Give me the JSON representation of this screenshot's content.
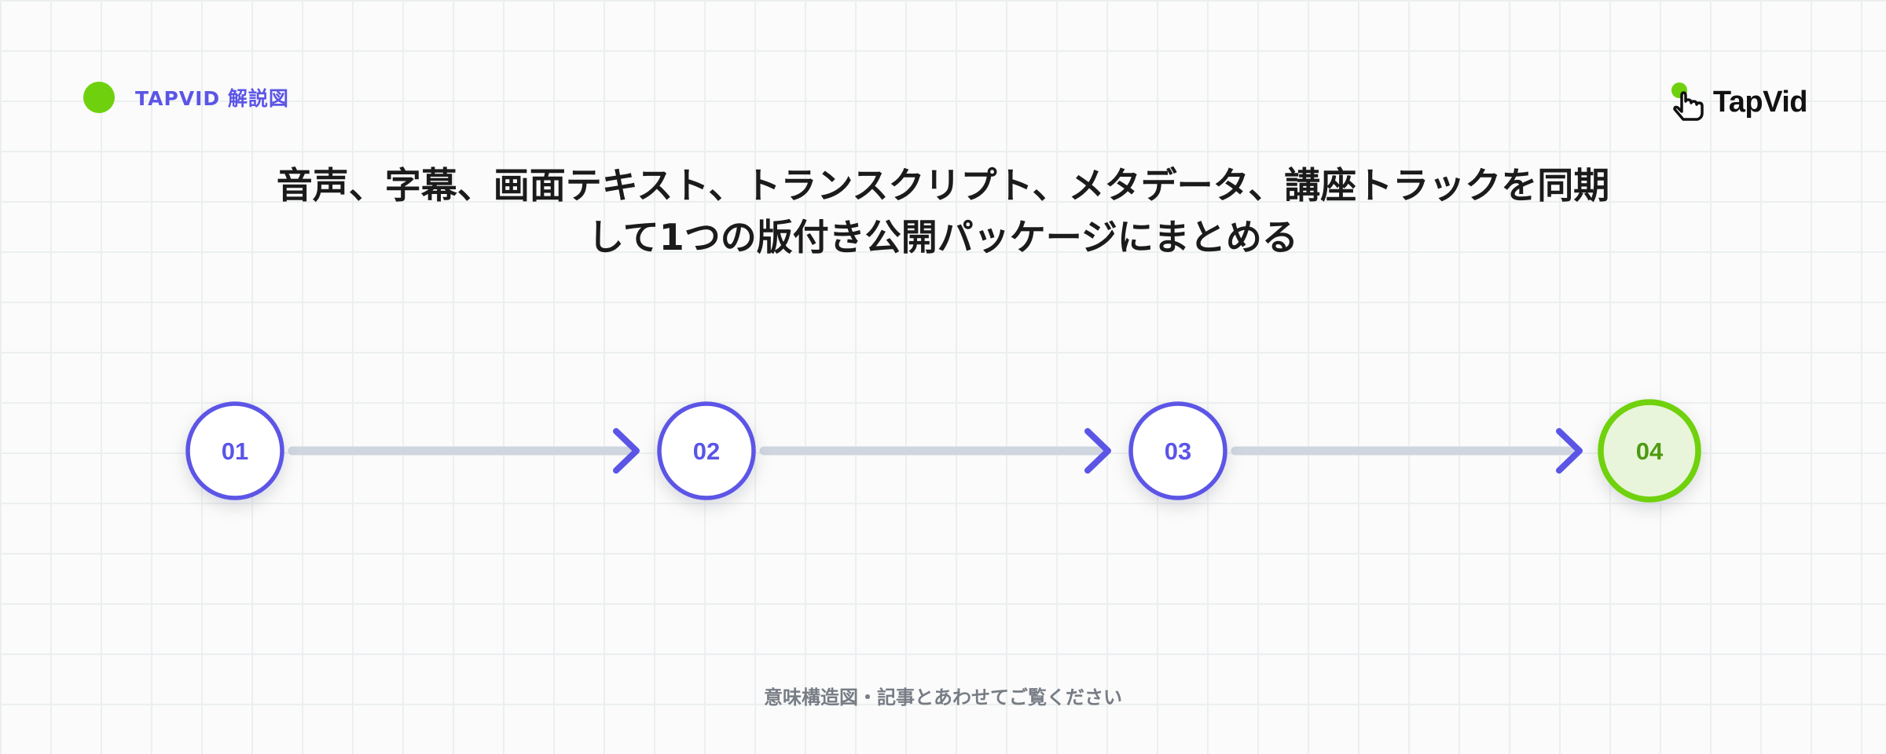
{
  "header": {
    "brand_tag": "TAPVID 解説図",
    "logo_text": "TapVid"
  },
  "title": {
    "line1": "音声、字幕、画面テキスト、トランスクリプト、メタデータ、講座トラックを同期",
    "line2": "して1つの版付き公開パッケージにまとめる"
  },
  "steps": [
    {
      "label": "01"
    },
    {
      "label": "02"
    },
    {
      "label": "03"
    },
    {
      "label": "04"
    }
  ],
  "footer": {
    "caption": "意味構造図・記事とあわせてご覧ください"
  },
  "colors": {
    "accent": "#5b55e6",
    "brand_green": "#6fd10d",
    "final_fill": "#e8f5da",
    "final_text": "#4f9a10",
    "connector": "#cfd6e0"
  },
  "icons": {
    "brand_dot": "green-dot-icon",
    "logo": "tap-hand-icon",
    "connector_head": "arrow-right-icon"
  }
}
